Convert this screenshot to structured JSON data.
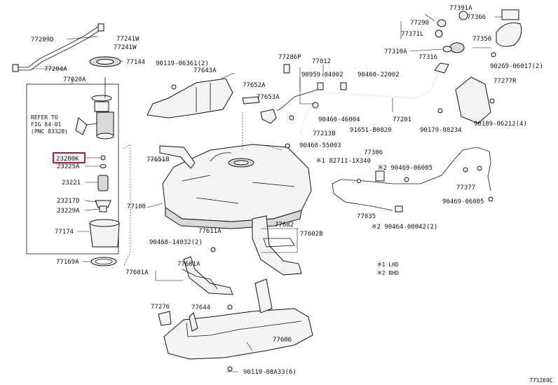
{
  "diagram_code": "771269C",
  "highlight_color": "#c0143c",
  "labels": {
    "l77209d": "77209D",
    "l77241w_a": "77241W",
    "l77241w_b": "77241W",
    "l77204a": "77204A",
    "l77144": "77144",
    "l77020a": "77020A",
    "l90119_06361": "90119-06361(2)",
    "l77643a": "77643A",
    "l77286p": "77286P",
    "l77012": "77012",
    "l90959": "90959-04002",
    "l90460_22002": "90460-22002",
    "l77391a": "77391A",
    "l77290": "77290",
    "l77366": "77366",
    "l77371l": "77371L",
    "l77350": "77350",
    "l77310a": "77310A",
    "l77316": "77316",
    "l90269": "90269-06017(2)",
    "l77277r": "77277R",
    "l77652a": "77652A",
    "l77653a": "77653A",
    "l90460_46004": "90460-46004",
    "l77201": "77201",
    "l77213b": "77213B",
    "l91651": "91651-B0820",
    "l90179": "90179-08234",
    "l90189": "90189-06212(4)",
    "l90460_55003": "90460-55003",
    "l77306": "77306",
    "l82711": "※1 82711-1X340",
    "l90469_06005": "※2 90469-06005",
    "l77651b": "77651B",
    "l77377": "77377",
    "l90469_06005b": "90469-06005",
    "l77100": "77100",
    "l77035": "77035",
    "l90464": "※2 90464-00042(2)",
    "l77682": "77682",
    "l77602b": "77602B",
    "l77611a": "77611A",
    "l90468": "90468-14032(2)",
    "l77681a": "77681A",
    "l77601a": "77601A",
    "l77276": "77276",
    "l77644": "77644",
    "l77606": "77606",
    "l90119_08a33": "90119-08A33(6)",
    "l23280k": "23280K",
    "l23225a": "23225A",
    "l23221": "23221",
    "l23217d": "23217D",
    "l23229a": "23229A",
    "l77174": "77174",
    "l77169a": "77169A",
    "refer1": "REFER TO",
    "refer2": "FIG 84-01",
    "refer3": "(PNC 83320)",
    "legend1": "※1 LHD",
    "legend2": "※2 RHD"
  }
}
